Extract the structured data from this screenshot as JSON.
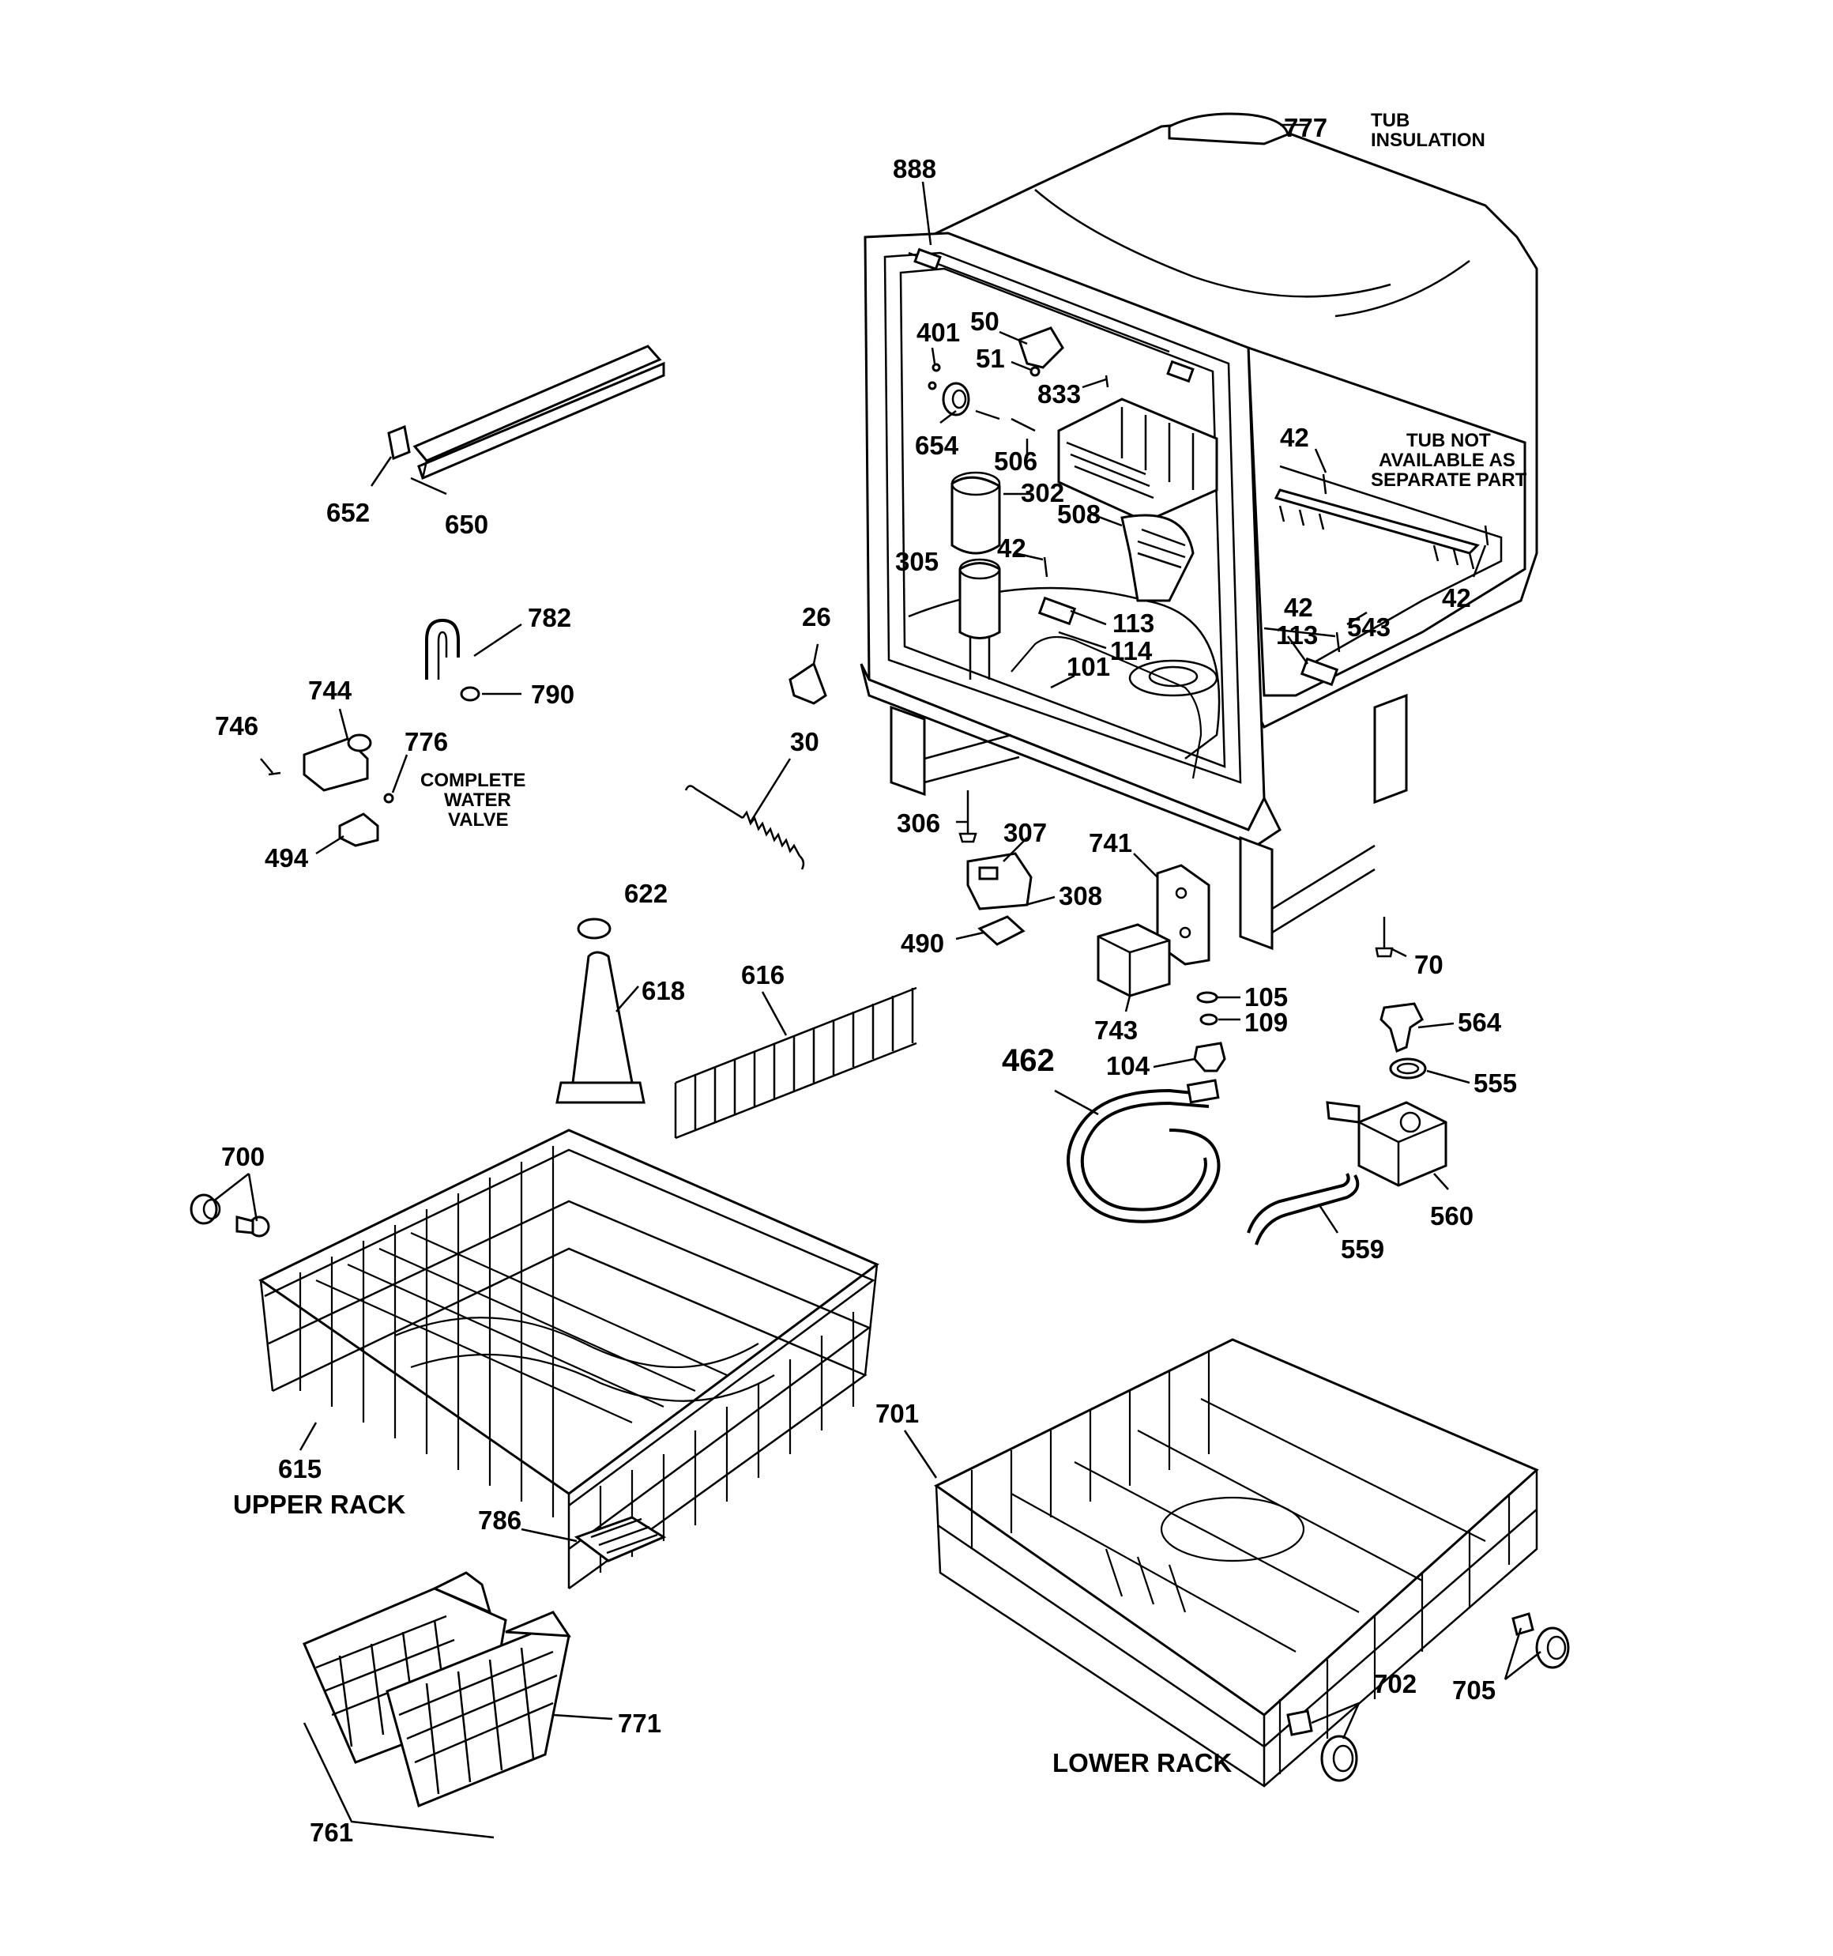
{
  "parts": [
    {
      "id": "777",
      "caption": "TUB\nINSULATION"
    },
    {
      "id": "888"
    },
    {
      "id": "50"
    },
    {
      "id": "401"
    },
    {
      "id": "51"
    },
    {
      "id": "833"
    },
    {
      "id": "654"
    },
    {
      "id": "506"
    },
    {
      "id": "302"
    },
    {
      "id": "508"
    },
    {
      "id": "42"
    },
    {
      "id": "305"
    },
    {
      "id": "113"
    },
    {
      "id": "114"
    },
    {
      "id": "101"
    },
    {
      "id": "543"
    },
    {
      "id": "26"
    },
    {
      "id": "30"
    },
    {
      "id": "652"
    },
    {
      "id": "650"
    },
    {
      "id": "782"
    },
    {
      "id": "790"
    },
    {
      "id": "744"
    },
    {
      "id": "746"
    },
    {
      "id": "776"
    },
    {
      "id": "494"
    },
    {
      "id": "306"
    },
    {
      "id": "307"
    },
    {
      "id": "308"
    },
    {
      "id": "490"
    },
    {
      "id": "741"
    },
    {
      "id": "743"
    },
    {
      "id": "70"
    },
    {
      "id": "105"
    },
    {
      "id": "109"
    },
    {
      "id": "104"
    },
    {
      "id": "462"
    },
    {
      "id": "564"
    },
    {
      "id": "555"
    },
    {
      "id": "560"
    },
    {
      "id": "559"
    },
    {
      "id": "622"
    },
    {
      "id": "618"
    },
    {
      "id": "616"
    },
    {
      "id": "700"
    },
    {
      "id": "615"
    },
    {
      "id": "786"
    },
    {
      "id": "771"
    },
    {
      "id": "761"
    },
    {
      "id": "701"
    },
    {
      "id": "702"
    },
    {
      "id": "705"
    }
  ],
  "labels": {
    "l777": "777",
    "tub_ins_1": "TUB",
    "tub_ins_2": "INSULATION",
    "l888": "888",
    "l50": "50",
    "l401": "401",
    "l51": "51",
    "l833": "833",
    "l654": "654",
    "l506": "506",
    "l302": "302",
    "l508": "508",
    "l42a": "42",
    "l42b": "42",
    "l42c": "42",
    "l42d": "42",
    "l305": "305",
    "l113a": "113",
    "l113b": "113",
    "l114": "114",
    "l101": "101",
    "l543": "543",
    "l26": "26",
    "l30": "30",
    "l652": "652",
    "l650": "650",
    "l782": "782",
    "l790": "790",
    "l744": "744",
    "l746": "746",
    "l776": "776",
    "l494": "494",
    "l306": "306",
    "l307": "307",
    "l308": "308",
    "l490": "490",
    "l741": "741",
    "l743": "743",
    "l70": "70",
    "l105": "105",
    "l109": "109",
    "l104": "104",
    "l462": "462",
    "l564": "564",
    "l555": "555",
    "l560": "560",
    "l559": "559",
    "l622": "622",
    "l618": "618",
    "l616": "616",
    "l700": "700",
    "l615": "615",
    "l786": "786",
    "l771": "771",
    "l761": "761",
    "l701": "701",
    "l702": "702",
    "l705": "705"
  },
  "notes": {
    "tub_not_1": "TUB NOT",
    "tub_not_2": "AVAILABLE AS",
    "tub_not_3": "SEPARATE PART",
    "valve_1": "COMPLETE",
    "valve_2": "WATER",
    "valve_3": "VALVE",
    "upper_rack": "UPPER RACK",
    "lower_rack": "LOWER RACK"
  }
}
